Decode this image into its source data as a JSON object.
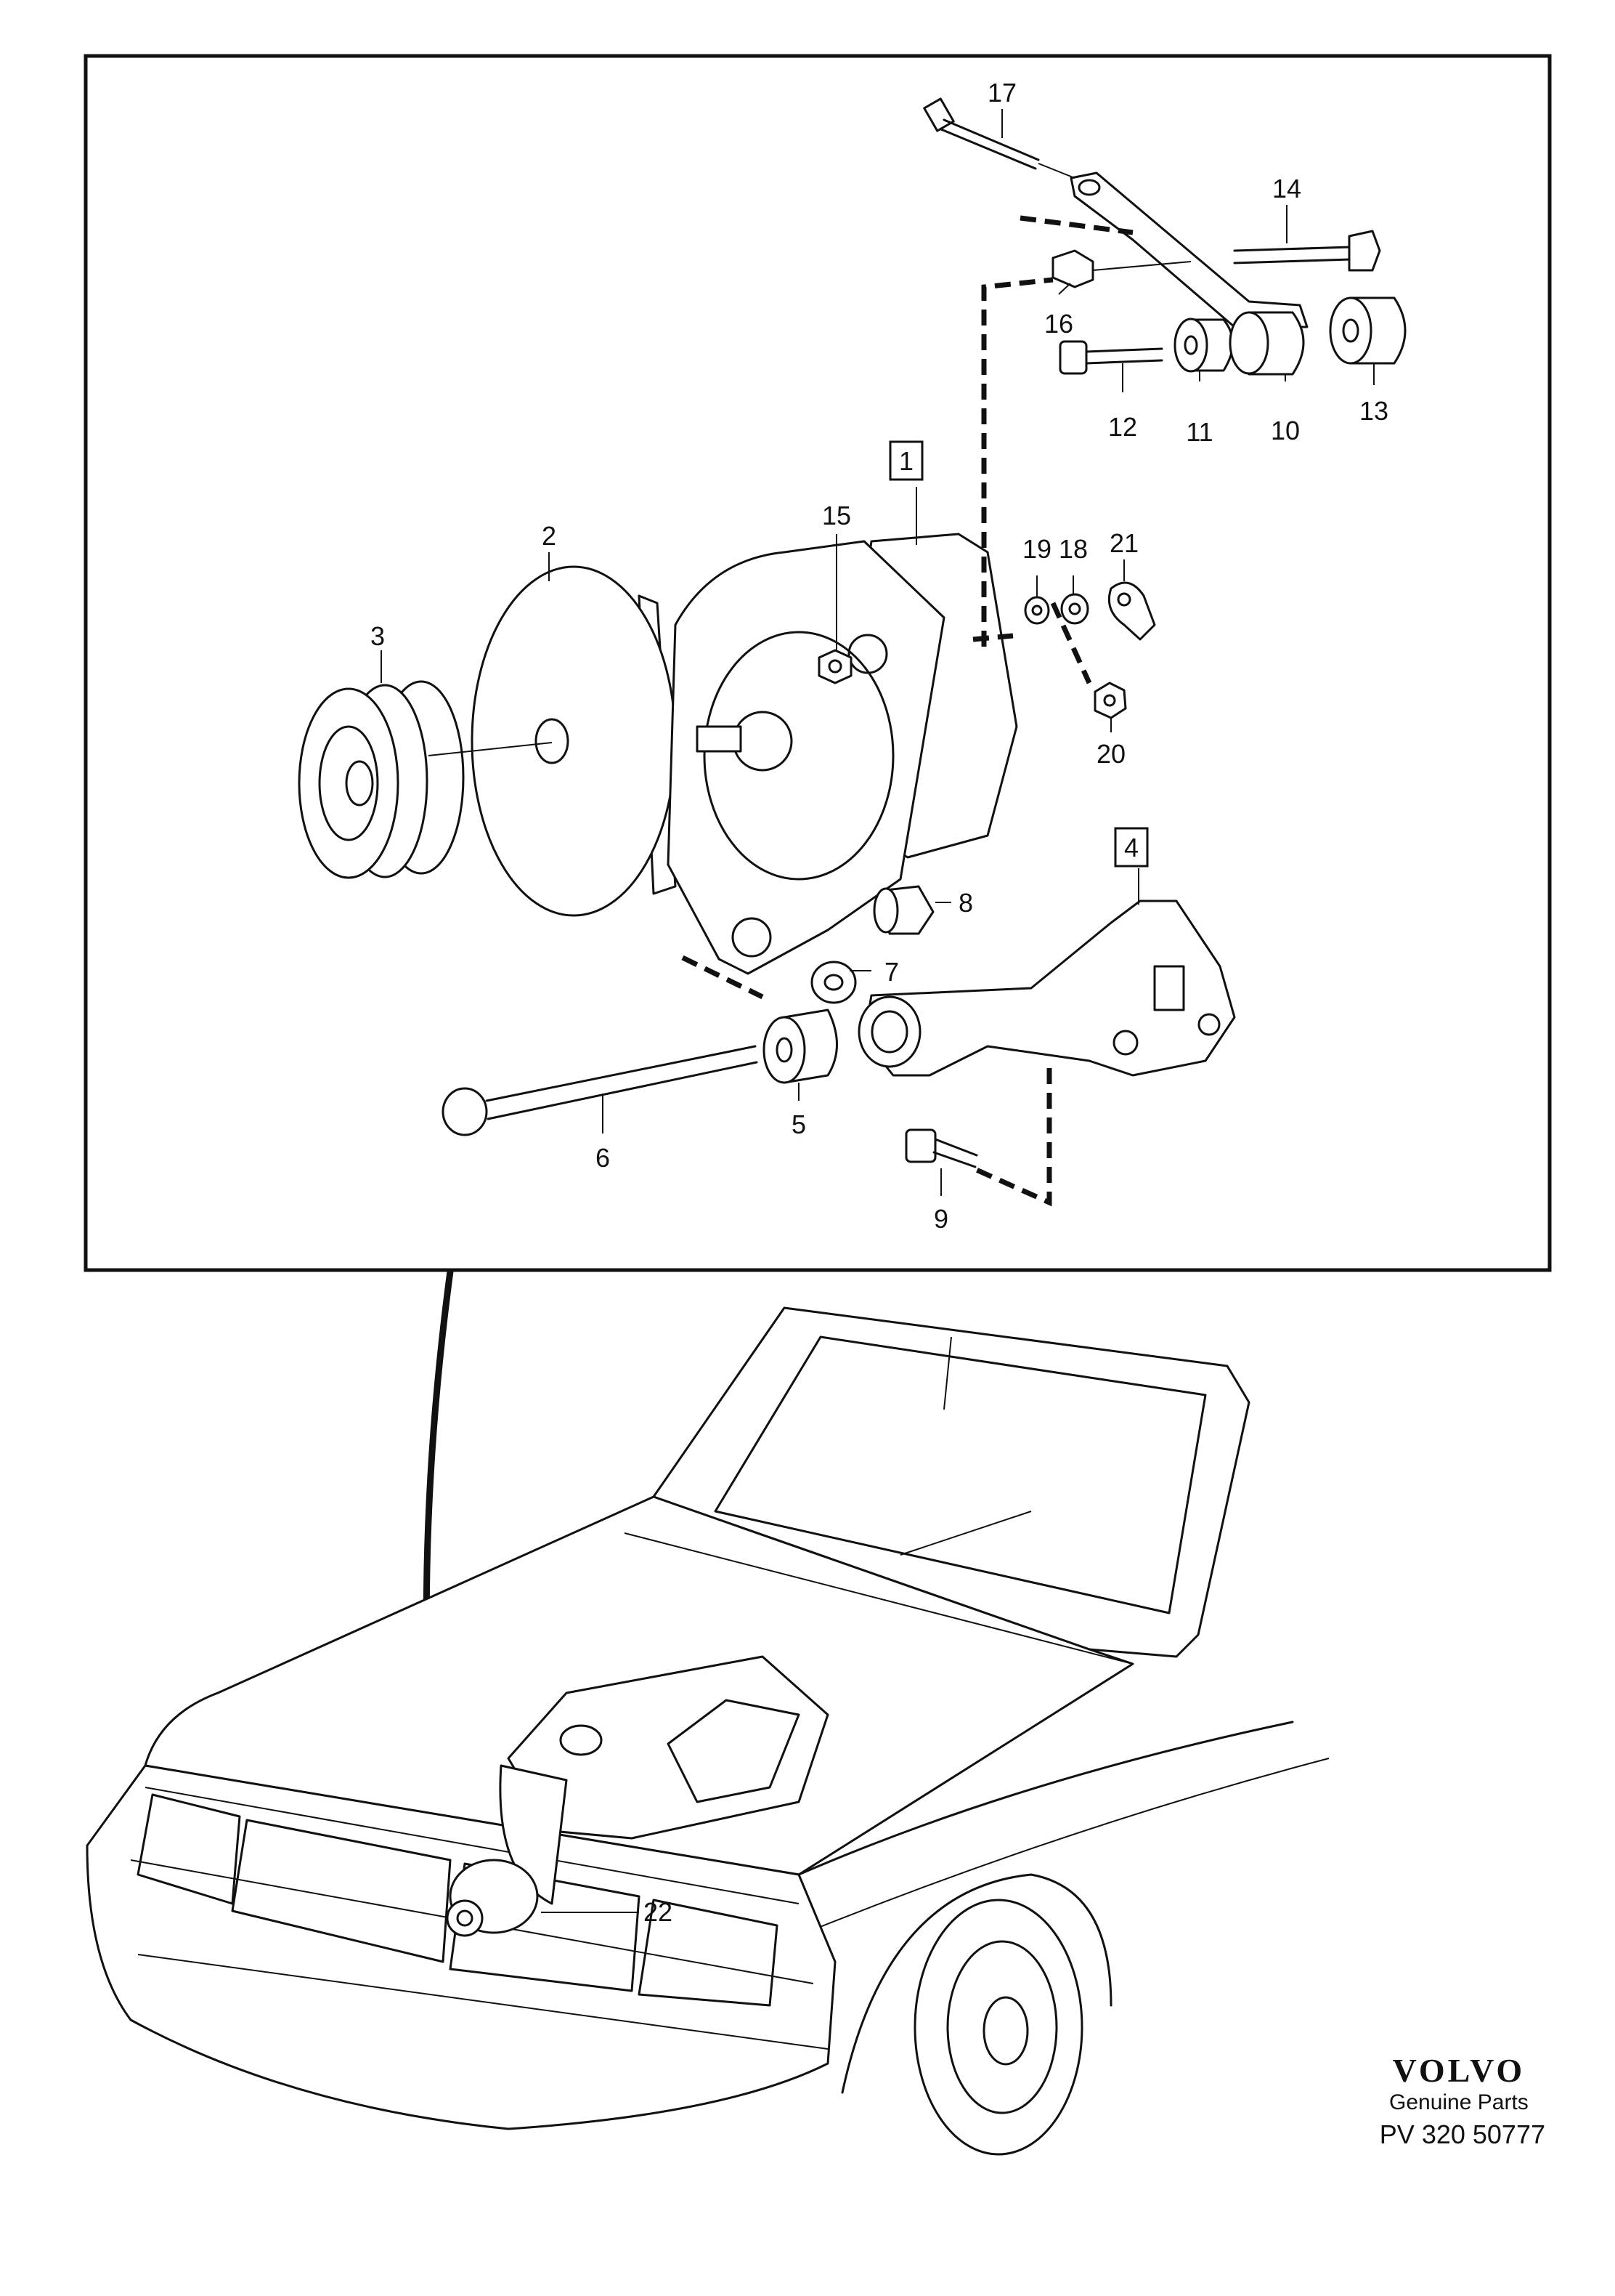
{
  "callouts": {
    "c1": "1",
    "c2": "2",
    "c3": "3",
    "c4": "4",
    "c5": "5",
    "c6": "6",
    "c7": "7",
    "c8": "8",
    "c9": "9",
    "c10": "10",
    "c11": "11",
    "c12": "12",
    "c13": "13",
    "c14": "14",
    "c15": "15",
    "c16": "16",
    "c17": "17",
    "c18": "18",
    "c19": "19",
    "c20": "20",
    "c21": "21",
    "c22": "22"
  },
  "brand": {
    "logo": "VOLVO",
    "subtitle": "Genuine Parts",
    "code": "PV 320",
    "number": "50777"
  }
}
